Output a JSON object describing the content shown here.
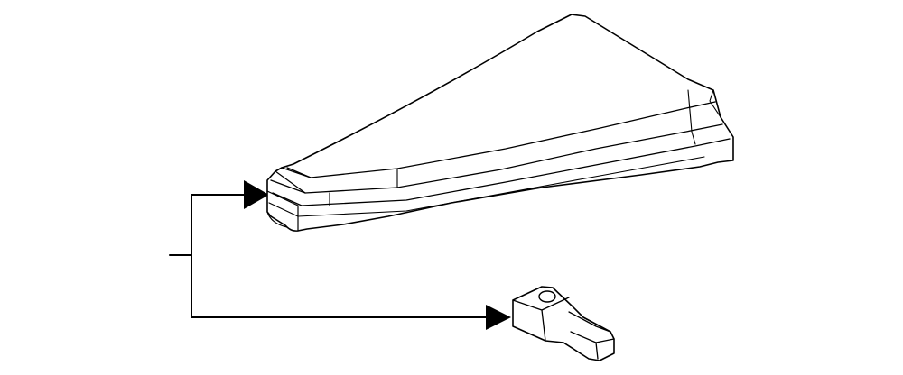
{
  "diagram": {
    "type": "parts-exploded-view",
    "line_color": "#000000",
    "background": "#ffffff",
    "parts": [
      {
        "name": "cover-panel"
      },
      {
        "name": "clip-fastener"
      }
    ],
    "callout": {
      "style": "bracket-leader",
      "targets": [
        "cover-panel",
        "clip-fastener"
      ]
    }
  }
}
